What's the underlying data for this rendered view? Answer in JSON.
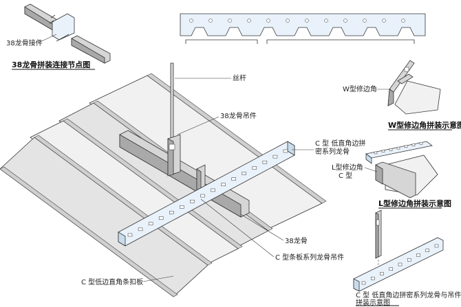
{
  "labels": {
    "connector": "38龙骨接件",
    "connector_detail": "38龙骨拼装连接节点图",
    "rod": "丝杆",
    "hanger_38": "38龙骨吊件",
    "w_trim": "W型修边角",
    "w_trim_diagram": "W型修边角拼装示意图",
    "c_keel_1": "C 型 低直角边拼",
    "c_keel_2": "密系列龙骨",
    "l_trim": "L型修边角",
    "c_type": "C 型",
    "l_trim_diagram": "L型修边角拼装示意图",
    "keel_38": "38龙骨",
    "c_strip_hanger": "C 型条板系列龙骨吊件",
    "c_strip_panel": "C 型低边直角条扣板",
    "c_assembly_1": "C 型 低直角边拼密系列龙骨与吊件",
    "c_assembly_2": "拼装示意图"
  },
  "colors": {
    "line": "#333333",
    "panel": "#e4e4e4",
    "carrier": "#e9f2fa",
    "text": "#222222"
  }
}
